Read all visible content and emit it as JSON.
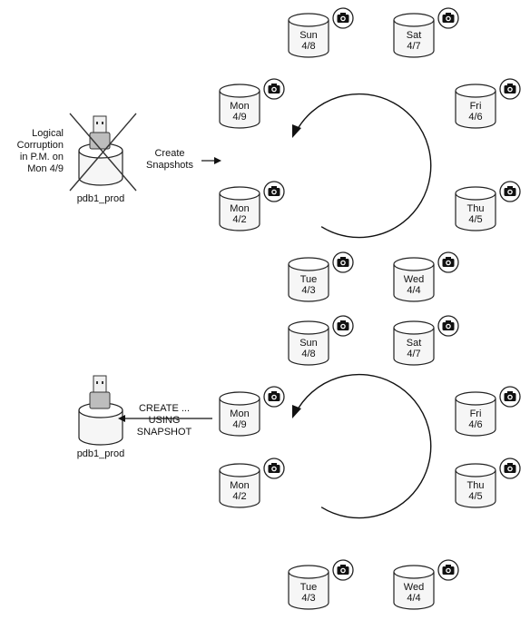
{
  "diagram": {
    "top": {
      "source_db": "pdb1_prod",
      "corruption_note": [
        "Logical",
        "Corruption",
        "in P.M. on",
        "Mon 4/9"
      ],
      "action": [
        "Create",
        "Snapshots"
      ],
      "snapshots": [
        {
          "day": "Sun",
          "date": "4/8"
        },
        {
          "day": "Sat",
          "date": "4/7"
        },
        {
          "day": "Mon",
          "date": "4/9"
        },
        {
          "day": "Fri",
          "date": "4/6"
        },
        {
          "day": "Mon",
          "date": "4/2"
        },
        {
          "day": "Thu",
          "date": "4/5"
        },
        {
          "day": "Tue",
          "date": "4/3"
        },
        {
          "day": "Wed",
          "date": "4/4"
        }
      ]
    },
    "bottom": {
      "target_db": "pdb1_prod",
      "action": [
        "CREATE ...",
        "USING",
        "SNAPSHOT"
      ],
      "snapshots": [
        {
          "day": "Sun",
          "date": "4/8"
        },
        {
          "day": "Sat",
          "date": "4/7"
        },
        {
          "day": "Mon",
          "date": "4/9"
        },
        {
          "day": "Fri",
          "date": "4/6"
        },
        {
          "day": "Mon",
          "date": "4/2"
        },
        {
          "day": "Thu",
          "date": "4/5"
        },
        {
          "day": "Tue",
          "date": "4/3"
        },
        {
          "day": "Wed",
          "date": "4/4"
        }
      ]
    }
  }
}
